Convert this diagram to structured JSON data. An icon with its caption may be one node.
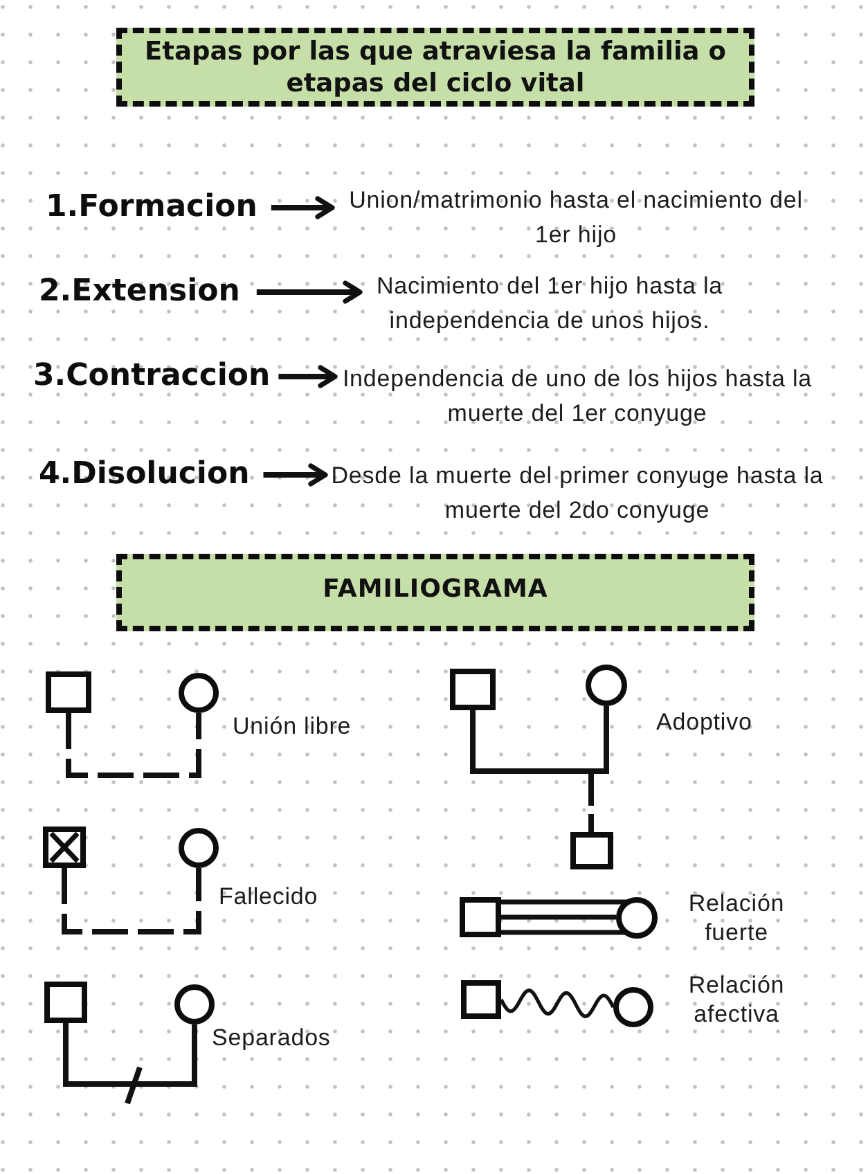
{
  "diagram": {
    "nodes": [
      {
        "text": [
          "Etapas por las que atraviesa la familia o etapas del ciclo vital"
        ]
      },
      {
        "text": [
          "1.Formacion"
        ]
      },
      {
        "text": [
          "Union/matrimonio hasta el nacimiento del 1er hijo"
        ]
      },
      {
        "text": [
          "2.Extension"
        ]
      },
      {
        "text": [
          "Nacimiento del 1er hijo hasta la independencia de unos hijos."
        ]
      },
      {
        "text": [
          "3.Contraccion"
        ]
      },
      {
        "text": [
          "Independencia de uno de los hijos hasta la muerte del 1er conyuge"
        ]
      },
      {
        "text": [
          "4.Disolucion"
        ]
      },
      {
        "text": [
          "Desde la muerte del primer conyuge hasta la muerte del 2do conyuge"
        ]
      },
      {
        "text": [
          "FAMILIOGRAMA"
        ]
      },
      {
        "text": [],
        "shape": "square"
      },
      {
        "text": [],
        "shape": "circle"
      },
      {
        "text": [],
        "shape": "square"
      },
      {
        "text": [],
        "shape": "circle"
      },
      {
        "text": [],
        "shape": "square"
      },
      {
        "text": [],
        "shape": "circle"
      },
      {
        "text": [],
        "shape": "square"
      },
      {
        "text": [],
        "shape": "circle"
      },
      {
        "text": [],
        "shape": "square"
      },
      {
        "text": [],
        "shape": "square"
      },
      {
        "text": [],
        "shape": "circle"
      },
      {
        "text": [],
        "shape": "square"
      },
      {
        "text": [],
        "shape": "circle"
      }
    ],
    "edges": [
      {
        "from": 1,
        "to": 2,
        "arrow": "to"
      },
      {
        "from": 3,
        "to": 4,
        "arrow": "to"
      },
      {
        "from": 5,
        "to": 6,
        "arrow": "to"
      },
      {
        "from": 7,
        "to": 8,
        "arrow": "to"
      },
      {
        "from": 10,
        "to": 11,
        "arrow": "none",
        "style": "dashed"
      },
      {
        "from": 12,
        "to": 13,
        "arrow": "none",
        "style": "dashed"
      },
      {
        "from": 14,
        "to": 15,
        "arrow": "none"
      },
      {
        "from": 16,
        "to": 18,
        "arrow": "none"
      },
      {
        "from": 17,
        "to": 18,
        "arrow": "none"
      },
      {
        "from": 19,
        "to": 20,
        "arrow": "none"
      },
      {
        "from": 21,
        "to": 22,
        "arrow": "none"
      }
    ],
    "labels": [
      "Unión libre",
      "Fallecido",
      "Separados",
      "Adoptivo",
      "Relación fuerte",
      "Relación afectiva"
    ]
  }
}
